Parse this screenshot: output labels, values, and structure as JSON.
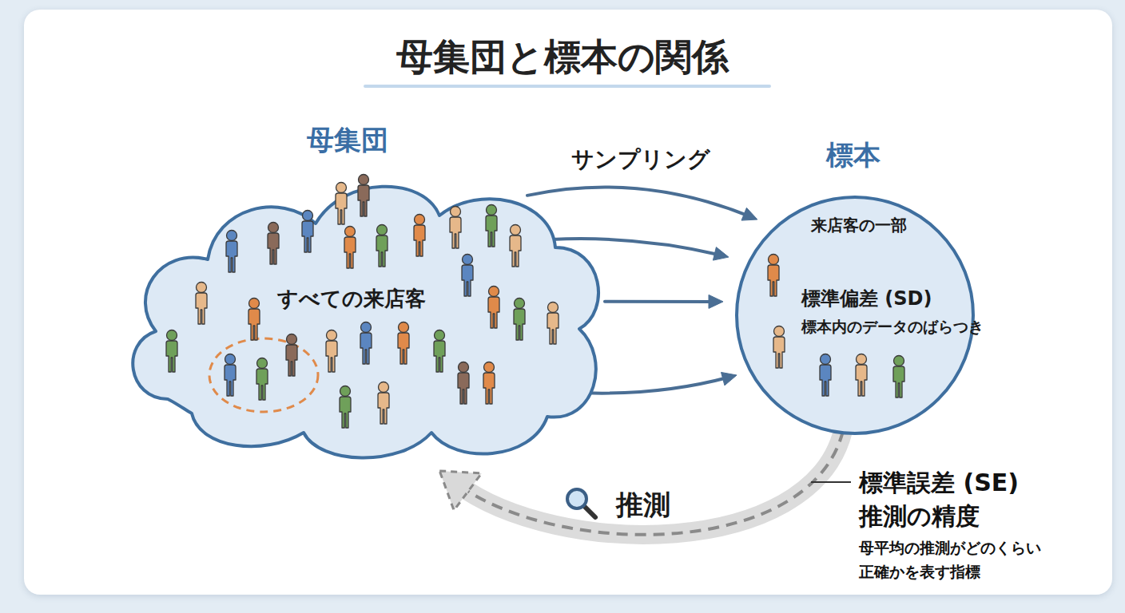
{
  "diagram": {
    "title": "母集団と標本の関係",
    "nodes": [
      {
        "text": [
          "母集団",
          "すべての来店客"
        ]
      },
      {
        "text": [
          "標本",
          "来店客の一部",
          "標準偏差 (SD)",
          "標本内のデータのばらつき"
        ]
      }
    ],
    "edges": [
      {
        "from": 0,
        "to": 1,
        "arrow": "to",
        "label": "サンプリング"
      },
      {
        "from": 0,
        "to": 1,
        "arrow": "to"
      },
      {
        "from": 0,
        "to": 1,
        "arrow": "to"
      },
      {
        "from": 0,
        "to": 1,
        "arrow": "to"
      },
      {
        "from": 1,
        "to": 0,
        "arrow": "to",
        "label": "推測"
      }
    ],
    "labels": [
      "標準誤差 (SE)",
      "推測の精度",
      "母平均の推測がどのくらい 正確かを表す指標"
    ]
  }
}
